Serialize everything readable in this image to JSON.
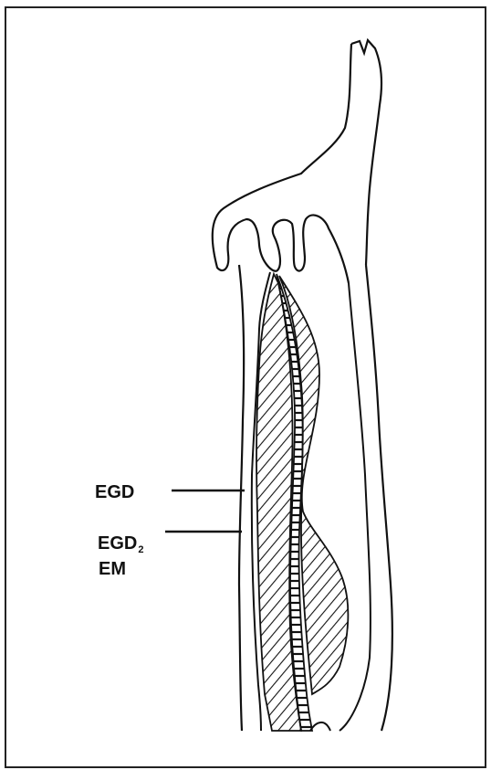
{
  "labels": {
    "egd": "EGD",
    "egd2_main": "EGD",
    "egd2_sub": "2",
    "em": "EM"
  },
  "colors": {
    "ink": "#111111",
    "paper": "#ffffff"
  }
}
